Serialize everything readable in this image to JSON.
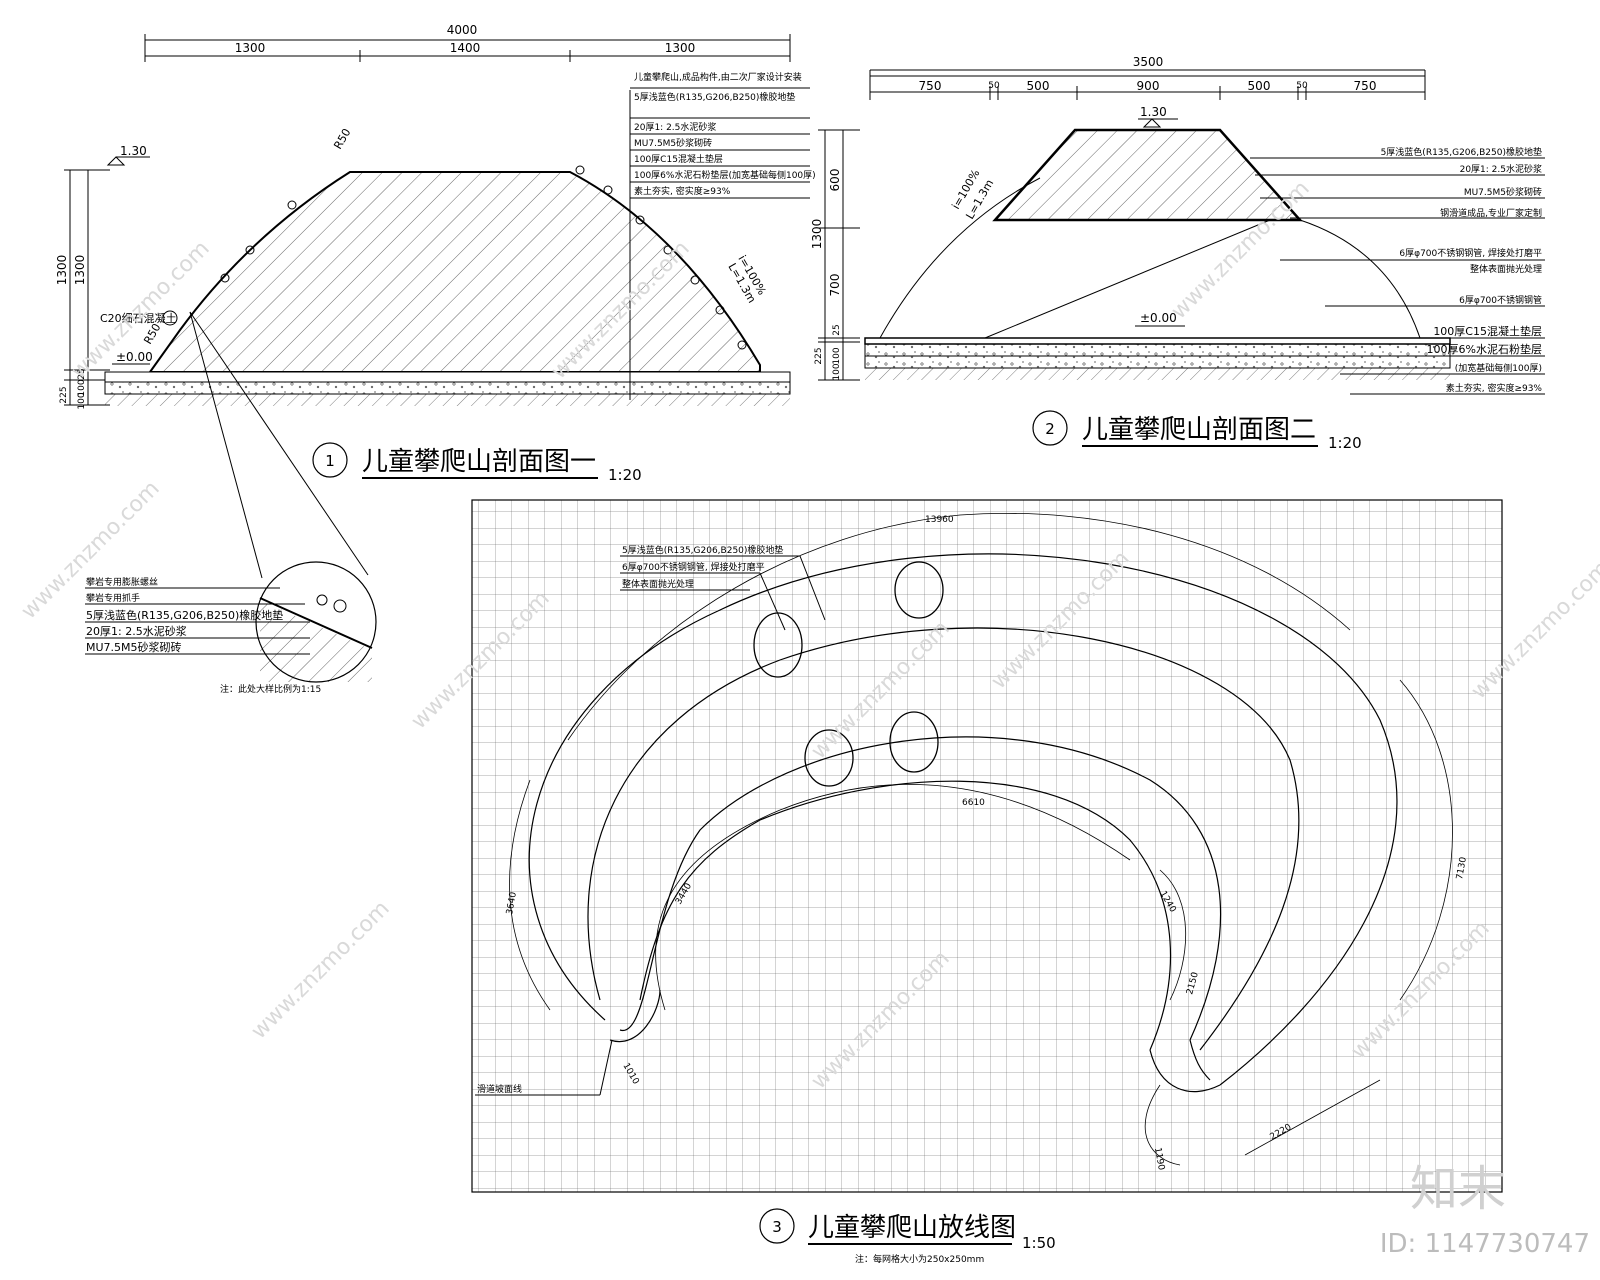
{
  "section1": {
    "title": "儿童攀爬山剖面图一",
    "number": "1",
    "scale": "1:20",
    "dim_total": "4000",
    "dim_segments": [
      "1300",
      "1400",
      "1300"
    ],
    "height_label": "1.30",
    "ground_label": "±0.00",
    "v_dims": [
      "1300",
      "1300",
      "25",
      "225",
      "100",
      "100"
    ],
    "radius_labels": [
      "R50",
      "R50"
    ],
    "slope": [
      "i=100%",
      "L=1.3m"
    ],
    "concrete_note": "C20细石混凝土",
    "notes": [
      "儿童攀爬山,成品构件,由二次厂家设计安装",
      "5厚浅蓝色(R135,G206,B250)橡胶地垫",
      "20厚1: 2.5水泥砂浆",
      "MU7.5M5砂浆砌砖",
      "100厚C15混凝土垫层",
      "100厚6%水泥石粉垫层(加宽基础每侧100厚)",
      "素土夯实, 密实度≥93%"
    ]
  },
  "detail": {
    "notes": [
      "攀岩专用膨胀螺丝",
      "攀岩专用抓手",
      "5厚浅蓝色(R135,G206,B250)橡胶地垫",
      "20厚1: 2.5水泥砂浆",
      "MU7.5M5砂浆砌砖"
    ],
    "footnote": "注：此处大样比例为1:15"
  },
  "section2": {
    "title": "儿童攀爬山剖面图二",
    "number": "2",
    "scale": "1:20",
    "dim_total": "3500",
    "dim_segments": [
      "750",
      "50",
      "500",
      "900",
      "500",
      "50",
      "750"
    ],
    "height_label": "1.30",
    "ground_label": "±0.00",
    "v_dims": [
      "600",
      "1300",
      "700",
      "25",
      "225",
      "100",
      "100"
    ],
    "slope": [
      "i=100%",
      "L=1.3m"
    ],
    "notes": [
      "5厚浅蓝色(R135,G206,B250)橡胶地垫",
      "20厚1: 2.5水泥砂浆",
      "MU7.5M5砂浆砌砖",
      "钢滑道成品,专业厂家定制",
      "6厚φ700不锈钢钢管, 焊接处打磨平",
      "整体表面抛光处理",
      "6厚φ700不锈钢钢管",
      "100厚C15混凝土垫层",
      "100厚6%水泥石粉垫层",
      "(加宽基础每侧100厚)",
      "素土夯实, 密实度≥93%"
    ]
  },
  "plan": {
    "title": "儿童攀爬山放线图",
    "number": "3",
    "scale": "1:50",
    "footnote": "注：每网格大小为250x250mm",
    "notes": [
      "5厚浅蓝色(R135,G206,B250)橡胶地垫",
      "6厚φ700不锈钢钢管, 焊接处打磨平",
      "整体表面抛光处理"
    ],
    "edge_note": "滑道坡面线",
    "dims": [
      "13960",
      "6610",
      "3640",
      "3440",
      "7130",
      "1240",
      "2150",
      "1010",
      "1190",
      "2220"
    ]
  },
  "watermark": {
    "brand": "知末",
    "text": "www.znzmo.com",
    "id": "ID: 1147730747"
  }
}
